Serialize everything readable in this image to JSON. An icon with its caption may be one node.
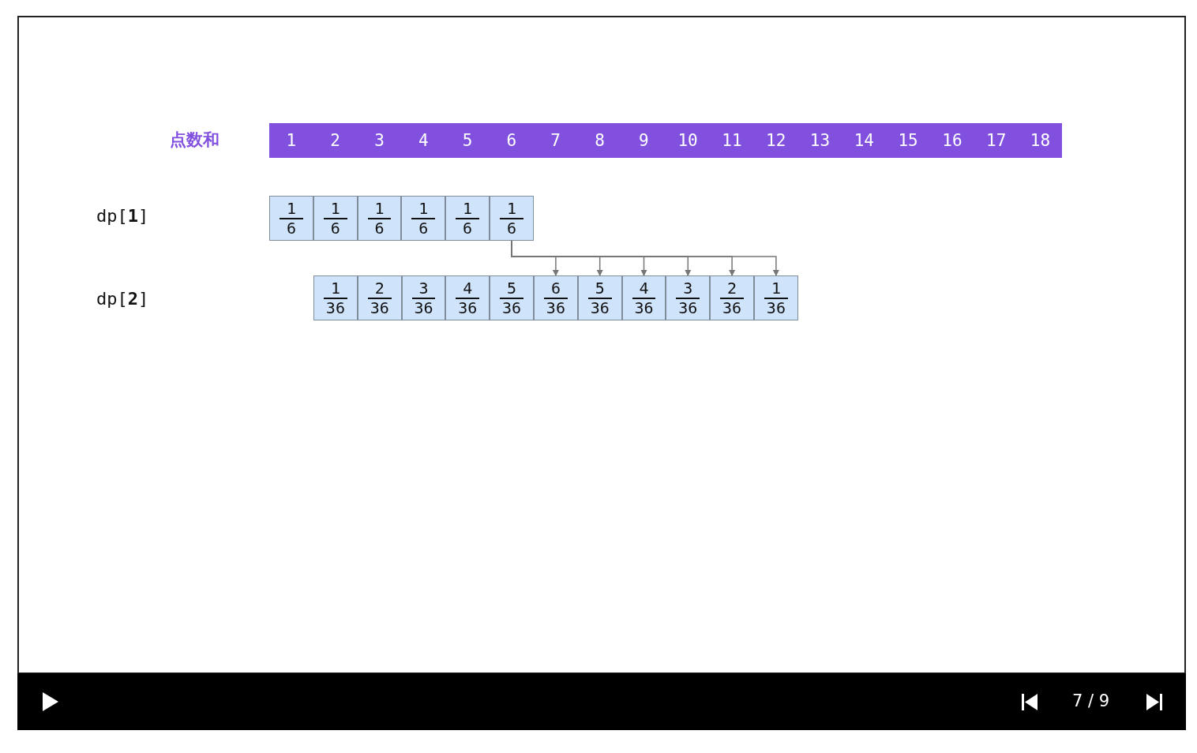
{
  "diagram": {
    "nodes": [
      {
        "text": [
          "1"
        ]
      },
      {
        "text": [
          "2"
        ]
      },
      {
        "text": [
          "3"
        ]
      },
      {
        "text": [
          "4"
        ]
      },
      {
        "text": [
          "5"
        ]
      },
      {
        "text": [
          "6"
        ]
      },
      {
        "text": [
          "7"
        ]
      },
      {
        "text": [
          "8"
        ]
      },
      {
        "text": [
          "9"
        ]
      },
      {
        "text": [
          "10"
        ]
      },
      {
        "text": [
          "11"
        ]
      },
      {
        "text": [
          "12"
        ]
      },
      {
        "text": [
          "13"
        ]
      },
      {
        "text": [
          "14"
        ]
      },
      {
        "text": [
          "15"
        ]
      },
      {
        "text": [
          "16"
        ]
      },
      {
        "text": [
          "17"
        ]
      },
      {
        "text": [
          "18"
        ]
      },
      {
        "text": [
          "1",
          "6"
        ]
      },
      {
        "text": [
          "1",
          "6"
        ]
      },
      {
        "text": [
          "1",
          "6"
        ]
      },
      {
        "text": [
          "1",
          "6"
        ]
      },
      {
        "text": [
          "1",
          "6"
        ]
      },
      {
        "text": [
          "1",
          "6"
        ]
      },
      {
        "text": [
          "1",
          "36"
        ]
      },
      {
        "text": [
          "2",
          "36"
        ]
      },
      {
        "text": [
          "3",
          "36"
        ]
      },
      {
        "text": [
          "4",
          "36"
        ]
      },
      {
        "text": [
          "5",
          "36"
        ]
      },
      {
        "text": [
          "6",
          "36"
        ]
      },
      {
        "text": [
          "5",
          "36"
        ]
      },
      {
        "text": [
          "4",
          "36"
        ]
      },
      {
        "text": [
          "3",
          "36"
        ]
      },
      {
        "text": [
          "2",
          "36"
        ]
      },
      {
        "text": [
          "1",
          "36"
        ]
      }
    ],
    "edges": [
      {
        "from": 23,
        "to": 29,
        "arrow": "to"
      },
      {
        "from": 23,
        "to": 30,
        "arrow": "to"
      },
      {
        "from": 23,
        "to": 31,
        "arrow": "to"
      },
      {
        "from": 23,
        "to": 32,
        "arrow": "to"
      },
      {
        "from": 23,
        "to": 33,
        "arrow": "to"
      },
      {
        "from": 23,
        "to": 34,
        "arrow": "to"
      }
    ],
    "labels": [
      "点数和",
      "dp[**1**]",
      "dp[**2**]",
      "7 / 9"
    ]
  }
}
